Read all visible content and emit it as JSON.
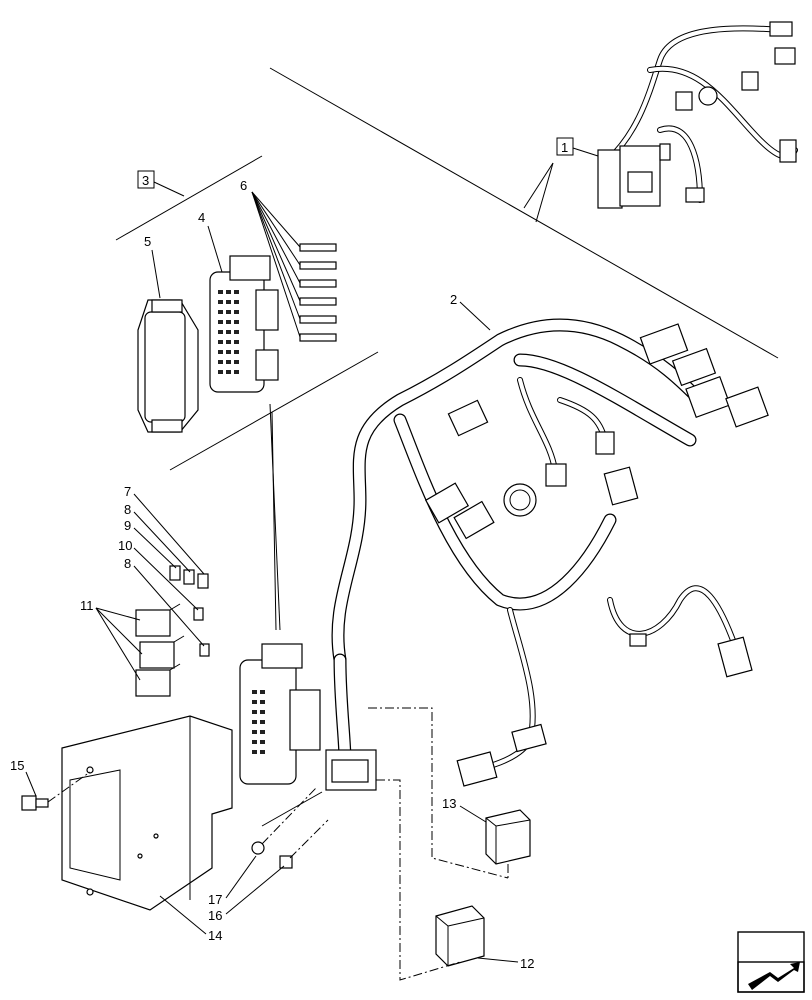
{
  "callouts": {
    "c1": "1",
    "c2": "2",
    "c3": "3",
    "c4": "4",
    "c5": "5",
    "c6": "6",
    "c7": "7",
    "c8a": "8",
    "c9": "9",
    "c10": "10",
    "c8b": "8",
    "c11": "11",
    "c12": "12",
    "c13": "13",
    "c14": "14",
    "c15": "15",
    "c16": "16",
    "c17": "17"
  },
  "icons": {
    "nav": "navigation-arrow-icon"
  }
}
